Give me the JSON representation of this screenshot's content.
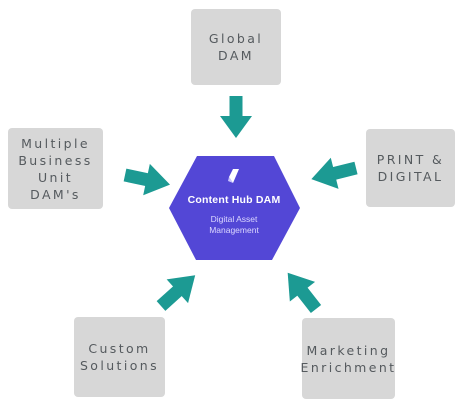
{
  "center": {
    "title": "Content Hub DAM",
    "subtitle": "Digital Asset\nManagement",
    "logo_icon": "brand-logo-icon",
    "color": "#5347d6"
  },
  "sources": [
    {
      "id": "global",
      "label": "Global\nDAM"
    },
    {
      "id": "multiple",
      "label": "Multiple\nBusiness\nUnit\nDAM's"
    },
    {
      "id": "print",
      "label": "PRINT &\nDIGITAL"
    },
    {
      "id": "custom",
      "label": "Custom\nSolutions"
    },
    {
      "id": "marketing",
      "label": "Marketing\nEnrichment"
    }
  ],
  "colors": {
    "box": "#d7d7d7",
    "box_text": "#555a5e",
    "arrow": "#1c9a93"
  }
}
